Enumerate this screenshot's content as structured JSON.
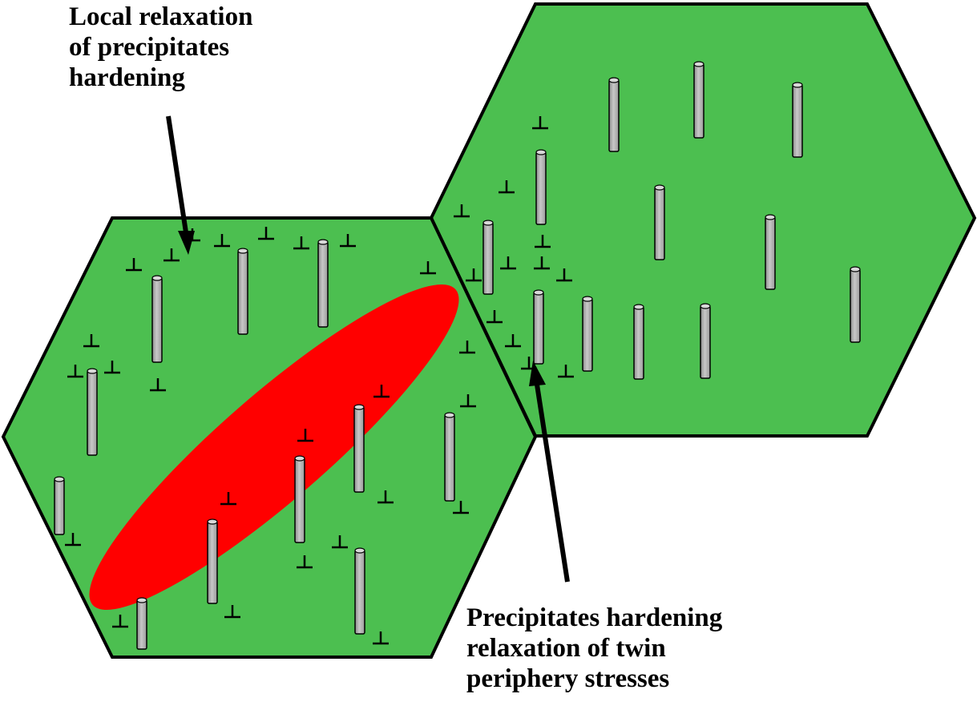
{
  "annotations": {
    "top": [
      "Local relaxation",
      "of precipitates",
      "hardening"
    ],
    "bottom": [
      "Precipitates hardening",
      "relaxation of twin",
      "periphery stresses"
    ]
  },
  "legend_icons": {
    "dislocation": "dislocation-symbol-icon",
    "precipitate": "rod-precipitate-icon",
    "twin": "twin-ellipse-icon"
  },
  "colors": {
    "grain": "#4cbf50",
    "twin": "#ff0000",
    "precipitate": "#b9b9b9",
    "outline": "#000000"
  }
}
